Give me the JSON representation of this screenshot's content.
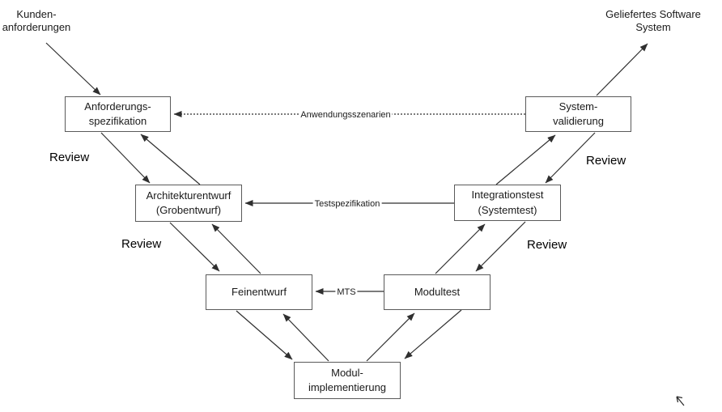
{
  "colors": {
    "box_border": "#5a5a5a",
    "arrow": "#2f2f2f",
    "text": "#1a1a1a"
  },
  "external_labels": {
    "customer_requirements": "Kunden-\nanforderungen",
    "delivered_system": "Geliefertes Software\nSystem"
  },
  "nodes": {
    "anforderungsspezifikation": {
      "label": "Anforderungs-\nspezifikation"
    },
    "systemvalidierung": {
      "label": "System-\nvalidierung"
    },
    "architekturentwurf": {
      "label": "Architekturentwurf\n(Grobentwurf)"
    },
    "integrationstest": {
      "label": "Integrationstest\n(Systemtest)"
    },
    "feinentwurf": {
      "label": "Feinentwurf"
    },
    "modultest": {
      "label": "Modultest"
    },
    "modulimplementierung": {
      "label": "Modul-\nimplementierung"
    }
  },
  "edge_labels": {
    "anwendungsszenarien": "Anwendungsszenarien",
    "testspezifikation": "Testspezifikation",
    "mts": "MTS"
  },
  "review_labels": {
    "left_top": "Review",
    "left_middle": "Review",
    "right_top": "Review",
    "right_middle": "Review"
  }
}
